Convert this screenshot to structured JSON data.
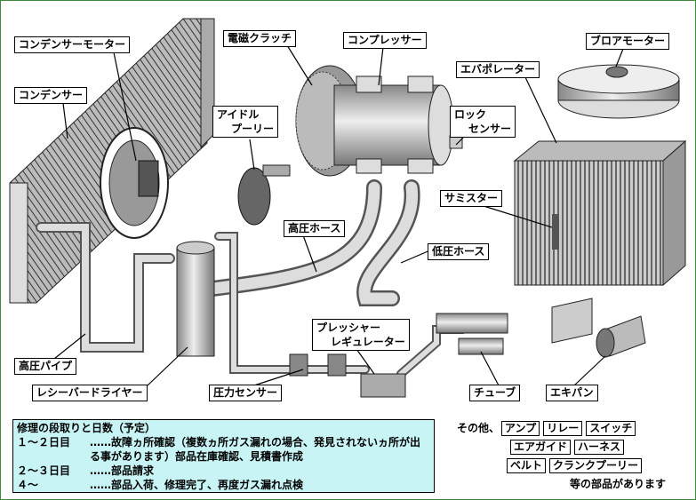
{
  "labels": {
    "condenser_motor": "コンデンサーモーター",
    "condenser": "コンデンサー",
    "magnetic_clutch": "電磁クラッチ",
    "compressor": "コンプレッサー",
    "blower_motor": "ブロアモーター",
    "evaporator": "エバポレーター",
    "idle_pulley": [
      "アイドル",
      "プーリー"
    ],
    "lock_sensor": [
      "ロック",
      "センサー"
    ],
    "thermistor": "サミスター",
    "high_pressure_hose": "高圧ホース",
    "low_pressure_hose": "低圧ホース",
    "pressure_regulator": [
      "プレッシャー",
      "レギュレーター"
    ],
    "high_pressure_pipe": "高圧パイプ",
    "receiver_dryer": "レシーバードライヤー",
    "pressure_sensor": "圧力センサー",
    "tube": "チューブ",
    "expansion_valve": "エキパン"
  },
  "schedule": {
    "title": "修理の段取りと日数（予定）",
    "rows": [
      {
        "day": "１～２日目",
        "text": "……故障ヵ所確認（複数ヵ所ガス漏れの場合、発見されないヵ所が出る事があります）部品在庫確認、見積書作成"
      },
      {
        "day": "２～３日目",
        "text": "……部品請求"
      },
      {
        "day": "４～",
        "text": "……部品入荷、修理完了、再度ガス漏れ点検"
      }
    ]
  },
  "others": {
    "prefix": "その他、",
    "parts": [
      "アンプ",
      "リレー",
      "スイッチ",
      "エアガイド",
      "ハーネス",
      "ベルト",
      "クランクプーリー"
    ],
    "suffix": "等の部品があります"
  },
  "colors": {
    "border": "#3a8a3a",
    "schedule_bg": "#c8f4f6"
  }
}
